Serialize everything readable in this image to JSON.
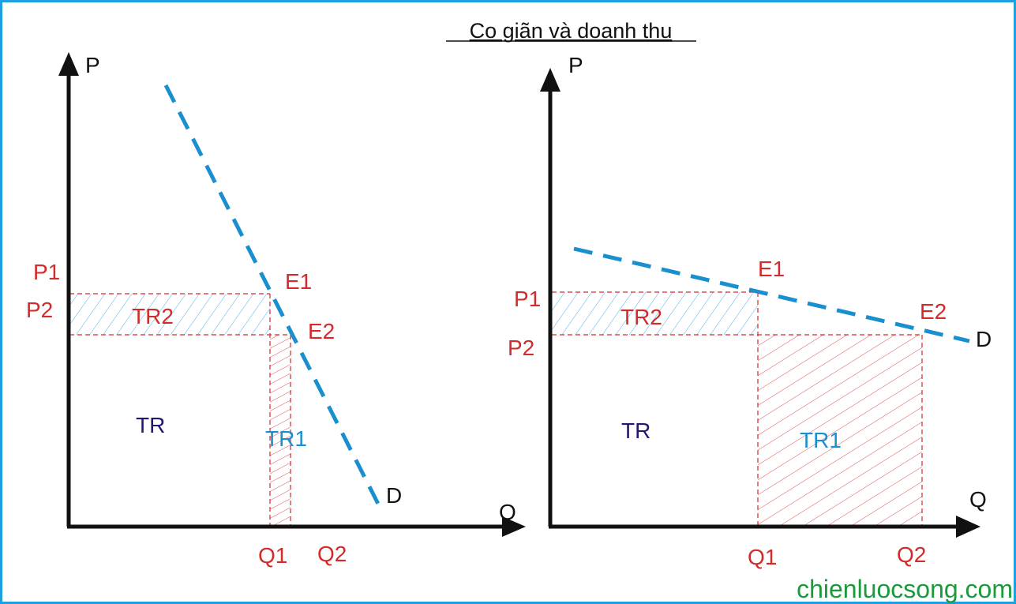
{
  "title": "Co giãn và doanh thu",
  "watermark": "chienluocsong.com",
  "colors": {
    "border": "#1ea0e0",
    "demand": "#1a8fd0",
    "guides": "#d42a2a",
    "tr": "#22196e",
    "watermark": "#1a9a3a"
  },
  "left_chart": {
    "y_axis": "P",
    "x_axis": "Q",
    "p1": "P1",
    "p2": "P2",
    "q1": "Q1",
    "q2": "Q2",
    "e1": "E1",
    "e2": "E2",
    "demand": "D",
    "tr": "TR",
    "tr1": "TR1",
    "tr2": "TR2"
  },
  "right_chart": {
    "y_axis": "P",
    "x_axis": "Q",
    "p1": "P1",
    "p2": "P2",
    "q1": "Q1",
    "q2": "Q2",
    "e1": "E1",
    "e2": "E2",
    "demand": "D",
    "tr": "TR",
    "tr1": "TR1",
    "tr2": "TR2"
  }
}
